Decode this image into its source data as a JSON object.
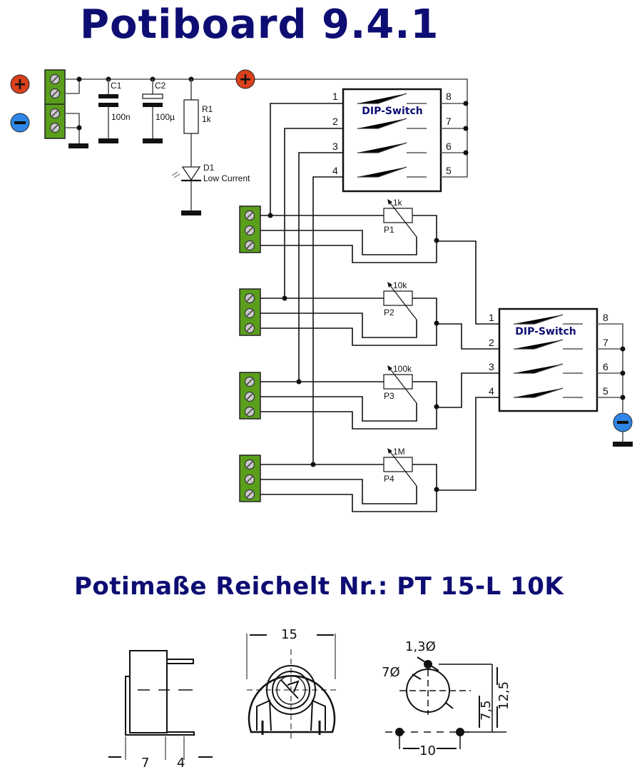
{
  "title": "Potiboard 9.4.1",
  "subtitle": "Potimaße Reichelt Nr.: PT 15-L 10K",
  "colors": {
    "title": "#0d0d73",
    "terminal_green": "#5a9e1c",
    "plus_red": "#d9401c",
    "minus_blue": "#2f86e6"
  },
  "power": {
    "plus_symbol": "+",
    "minus_symbol": "−"
  },
  "components": {
    "c1": {
      "name": "C1",
      "value": "100n"
    },
    "c2": {
      "name": "C2",
      "value": "100µ"
    },
    "r1": {
      "name": "R1",
      "value": "1k"
    },
    "d1": {
      "name": "D1",
      "value": "Low Current"
    },
    "p1": {
      "name": "P1",
      "value": "1k"
    },
    "p2": {
      "name": "P2",
      "value": "10k"
    },
    "p3": {
      "name": "P3",
      "value": "100k"
    },
    "p4": {
      "name": "P4",
      "value": "1M"
    }
  },
  "dip_switches": [
    {
      "label": "DIP-Switch",
      "pins": [
        "1",
        "2",
        "3",
        "4",
        "5",
        "6",
        "7",
        "8"
      ]
    },
    {
      "label": "DIP-Switch",
      "pins": [
        "1",
        "2",
        "3",
        "4",
        "5",
        "6",
        "7",
        "8"
      ]
    }
  ],
  "dimensions": {
    "side_depth": "7",
    "side_pin": "4",
    "front_width": "15",
    "pin_diameter": "1,3Ø",
    "hole_diameter": "7Ø",
    "pin_spacing": "10",
    "offset_vertical": "7,5",
    "total_height": "12,5"
  }
}
